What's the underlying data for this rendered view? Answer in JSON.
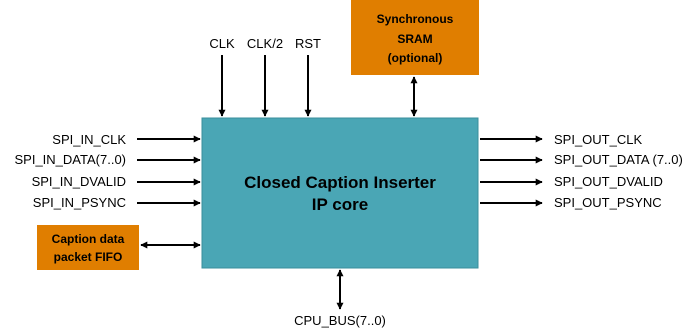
{
  "colors": {
    "core_fill": "#4aa6b5",
    "core_stroke": "#3a8f9c",
    "aux_fill": "#e07e00",
    "wire": "#000000"
  },
  "core": {
    "title_line1": "Closed Caption Inserter",
    "title_line2": "IP core"
  },
  "sram": {
    "line1": "Synchronous",
    "line2": "SRAM",
    "line3": "(optional)"
  },
  "fifo": {
    "line1": "Caption data",
    "line2": "packet FIFO"
  },
  "top_signals": [
    "CLK",
    "CLK/2",
    "RST"
  ],
  "inputs": [
    "SPI_IN_CLK",
    "SPI_IN_DATA(7..0)",
    "SPI_IN_DVALID",
    "SPI_IN_PSYNC"
  ],
  "outputs": [
    "SPI_OUT_CLK",
    "SPI_OUT_DATA (7..0)",
    "SPI_OUT_DVALID",
    "SPI_OUT_PSYNC"
  ],
  "cpu_bus": "CPU_BUS(7..0)"
}
